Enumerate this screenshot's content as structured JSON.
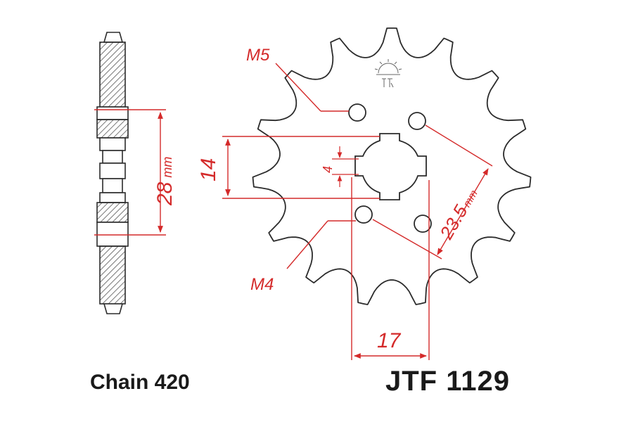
{
  "caption": {
    "chain": "Chain 420",
    "part_number": "JTF 1129"
  },
  "dimensions": {
    "pitch_width": "28",
    "pitch_width_unit": "mm",
    "spline_height": "14",
    "spline_key": "4",
    "bolt_circle": "23.5",
    "bolt_circle_unit": "mm",
    "spline_width": "17",
    "upper_thread": "M5",
    "lower_thread": "M4"
  },
  "sprocket": {
    "teeth": 15
  },
  "colors": {
    "outline": "#2b2b2b",
    "dimension": "#d42a2a",
    "fill": "#ffffff",
    "hatch": "#555555"
  }
}
